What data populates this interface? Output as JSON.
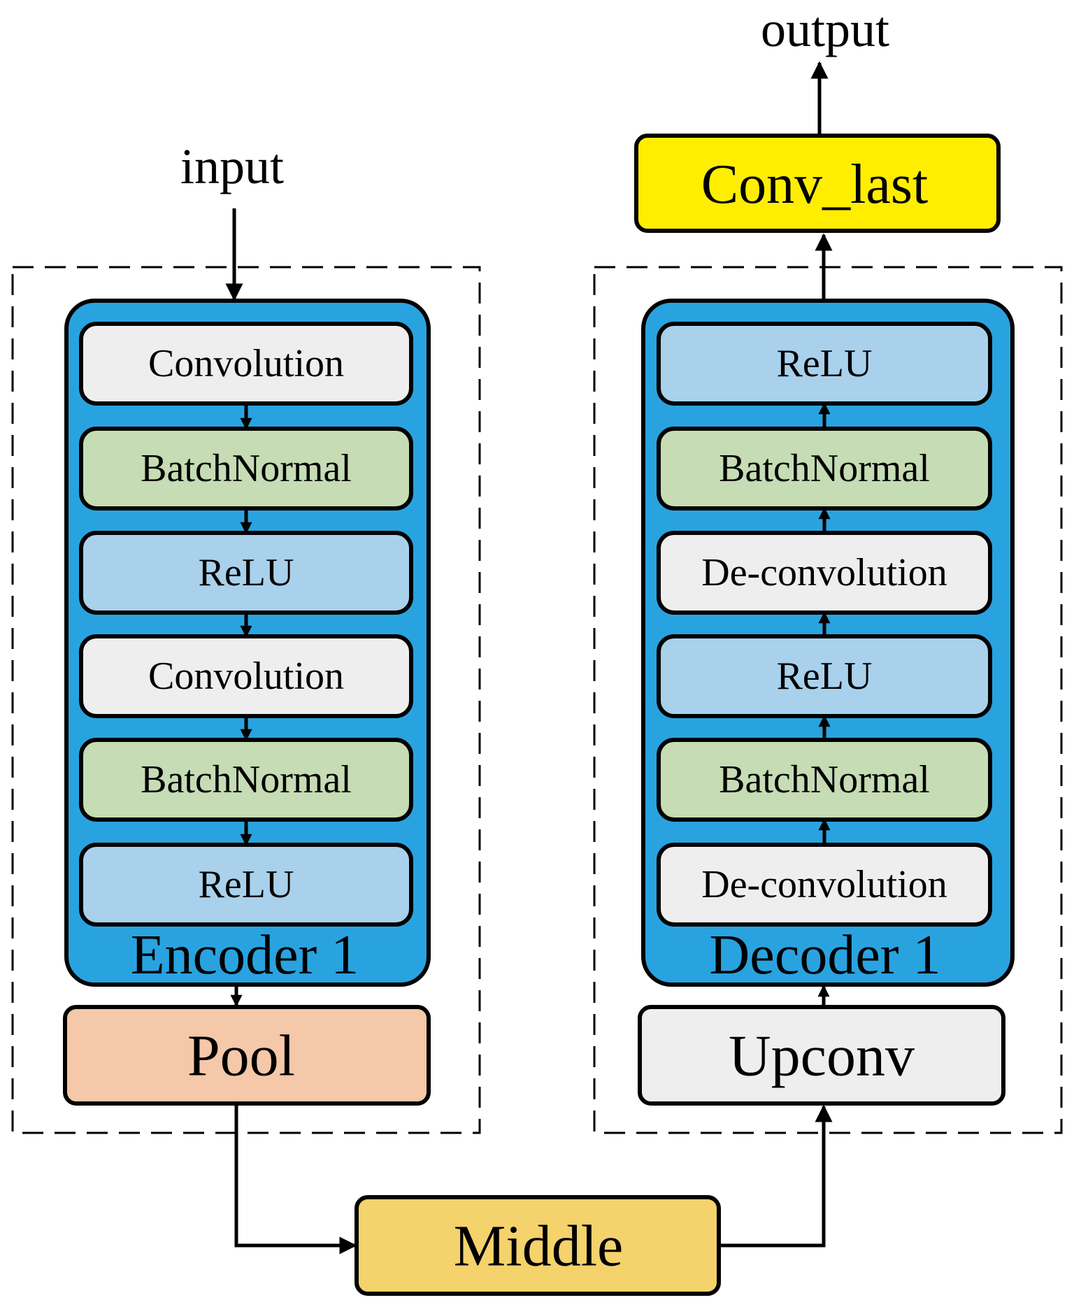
{
  "input_label": "input",
  "output_label": "output",
  "encoder": {
    "title": "Encoder 1",
    "layers": [
      {
        "label": "Convolution",
        "kind": "conv"
      },
      {
        "label": "BatchNormal",
        "kind": "bn"
      },
      {
        "label": "ReLU",
        "kind": "relu"
      },
      {
        "label": "Convolution",
        "kind": "conv"
      },
      {
        "label": "BatchNormal",
        "kind": "bn"
      },
      {
        "label": "ReLU",
        "kind": "relu"
      }
    ]
  },
  "decoder": {
    "title": "Decoder 1",
    "layers": [
      {
        "label": "ReLU",
        "kind": "relu"
      },
      {
        "label": "BatchNormal",
        "kind": "bn"
      },
      {
        "label": "De-convolution",
        "kind": "conv"
      },
      {
        "label": "ReLU",
        "kind": "relu"
      },
      {
        "label": "BatchNormal",
        "kind": "bn"
      },
      {
        "label": "De-convolution",
        "kind": "conv"
      }
    ]
  },
  "pool_label": "Pool",
  "upconv_label": "Upconv",
  "middle_label": "Middle",
  "conv_last_label": "Conv_last",
  "colors": {
    "block_bg": "#29a3df",
    "conv": "#eeeeee",
    "bn": "#c5dcb4",
    "relu": "#a9d1ec",
    "pool": "#f4c8a8",
    "upconv": "#eeeeee",
    "middle": "#f4d26c",
    "conv_last": "#ffee00"
  }
}
